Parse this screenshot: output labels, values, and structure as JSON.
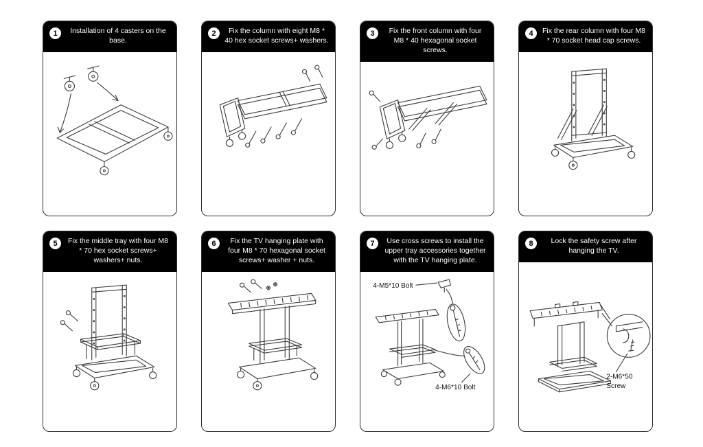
{
  "document": {
    "type": "assembly-instructions",
    "background": "#ffffff"
  },
  "style": {
    "header_bg": "#000000",
    "header_text": "#ffffff",
    "line_color": "#3c3c3c",
    "border_color": "#2e2e2e"
  },
  "panels": [
    {
      "number": "1",
      "instruction": "Installation of 4 casters on the base.",
      "annotations": []
    },
    {
      "number": "2",
      "instruction": "Fix the column with eight M8 * 40 hex socket screws+ washers.",
      "annotations": []
    },
    {
      "number": "3",
      "instruction": "Fix the front column with four M8 * 40 hexagonal socket screws.",
      "annotations": []
    },
    {
      "number": "4",
      "instruction": "Fix the rear column with four M8 * 70 socket head cap screws.",
      "annotations": []
    },
    {
      "number": "5",
      "instruction": "Fix the middle tray with four M8 * 70 hex socket screws+ washers+ nuts.",
      "annotations": []
    },
    {
      "number": "6",
      "instruction": "Fix the TV hanging plate with four M8 * 70 hexagonal socket screws+ washer + nuts.",
      "annotations": []
    },
    {
      "number": "7",
      "instruction": "Use cross screws to install the upper tray accessories together with the TV hanging plate.",
      "annotations": [
        "4-M5*10 Bolt",
        "4-M6*10 Bolt"
      ]
    },
    {
      "number": "8",
      "instruction": "Lock the safety screw after hanging the TV.",
      "annotations": [
        "2-M6*50",
        "Screw"
      ]
    }
  ]
}
